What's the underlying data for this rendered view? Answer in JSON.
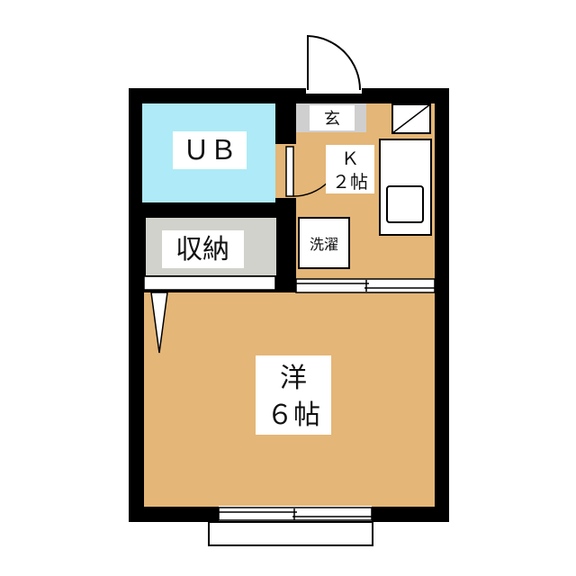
{
  "rooms": {
    "unit_bath": {
      "label": "ＵＢ",
      "color": "#aeeaf7"
    },
    "storage": {
      "label": "収納",
      "color": "#d2d2cc"
    },
    "entrance": {
      "label": "玄",
      "color": "#cfcfcf"
    },
    "kitchen": {
      "line1": "Ｋ",
      "line2": "２帖",
      "color": "#e4b677"
    },
    "washer": {
      "label": "洗濯"
    },
    "western_room": {
      "line1": "洋",
      "line2": "６帖",
      "color": "#e4b677"
    }
  },
  "colors": {
    "wall": "#000000",
    "label_bg": "#ffffff",
    "fixture_line": "#000000"
  }
}
